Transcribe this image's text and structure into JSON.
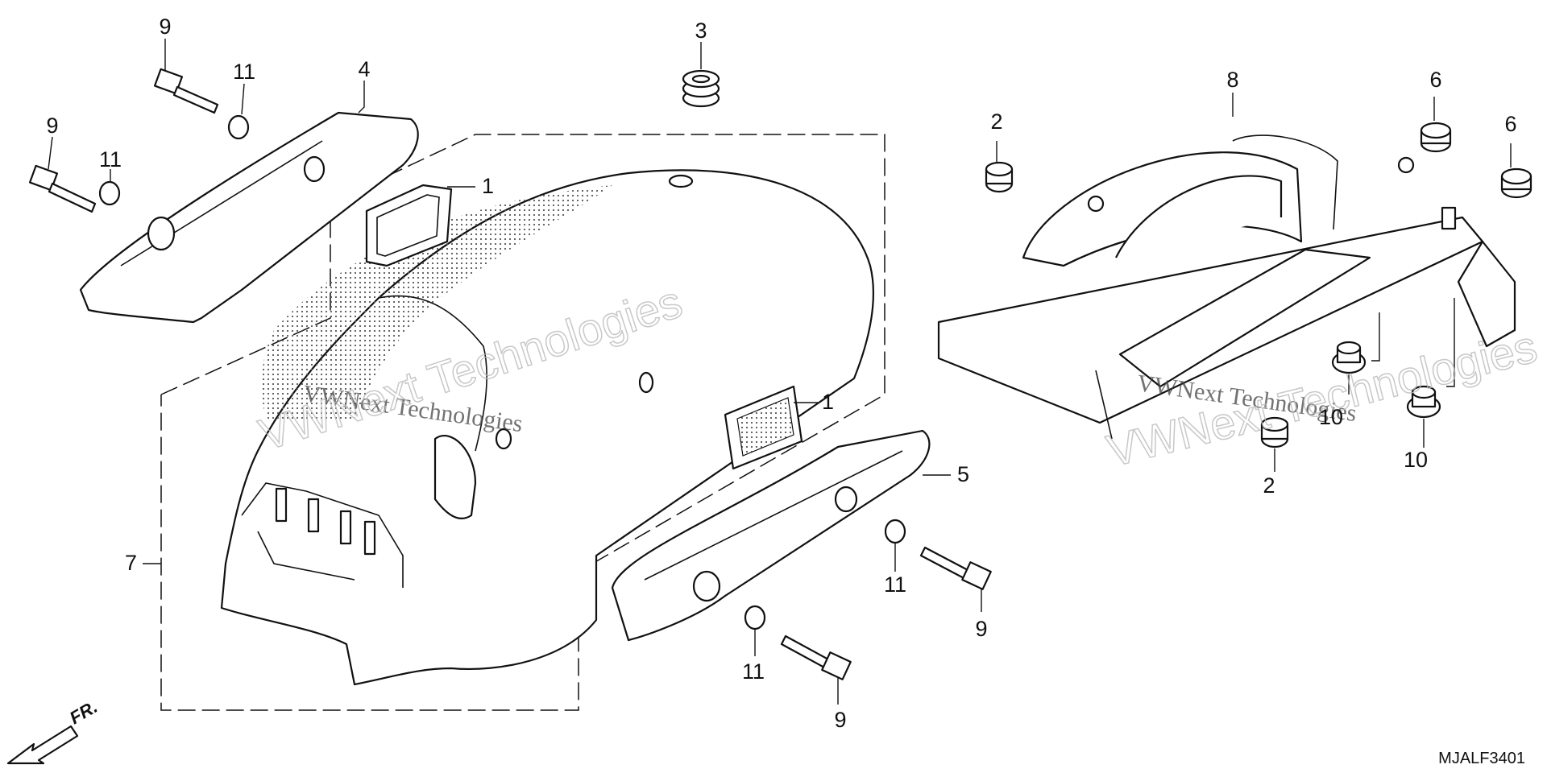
{
  "diagram": {
    "part_code": "MJALF3401",
    "front_marker": "FR.",
    "watermarks": [
      {
        "id": "wm1",
        "text": "VWNext Technologies"
      },
      {
        "id": "wm2",
        "text": "VWNext Technologies"
      },
      {
        "id": "wm3",
        "text": "VWNext Technologies"
      },
      {
        "id": "wm4",
        "text": "VWNext Technologies"
      }
    ],
    "callouts": [
      {
        "id": "c9a",
        "label": "9"
      },
      {
        "id": "c11a",
        "label": "11"
      },
      {
        "id": "c4",
        "label": "4"
      },
      {
        "id": "c9b",
        "label": "9"
      },
      {
        "id": "c11b",
        "label": "11"
      },
      {
        "id": "c3",
        "label": "3"
      },
      {
        "id": "c1a",
        "label": "1"
      },
      {
        "id": "c1b",
        "label": "1"
      },
      {
        "id": "c7",
        "label": "7"
      },
      {
        "id": "c5",
        "label": "5"
      },
      {
        "id": "c11c",
        "label": "11"
      },
      {
        "id": "c9c",
        "label": "9"
      },
      {
        "id": "c11d",
        "label": "11"
      },
      {
        "id": "c9d",
        "label": "9"
      },
      {
        "id": "c8",
        "label": "8"
      },
      {
        "id": "c2a",
        "label": "2"
      },
      {
        "id": "c6a",
        "label": "6"
      },
      {
        "id": "c6b",
        "label": "6"
      },
      {
        "id": "c10a",
        "label": "10"
      },
      {
        "id": "c10b",
        "label": "10"
      },
      {
        "id": "c2b",
        "label": "2"
      }
    ]
  }
}
